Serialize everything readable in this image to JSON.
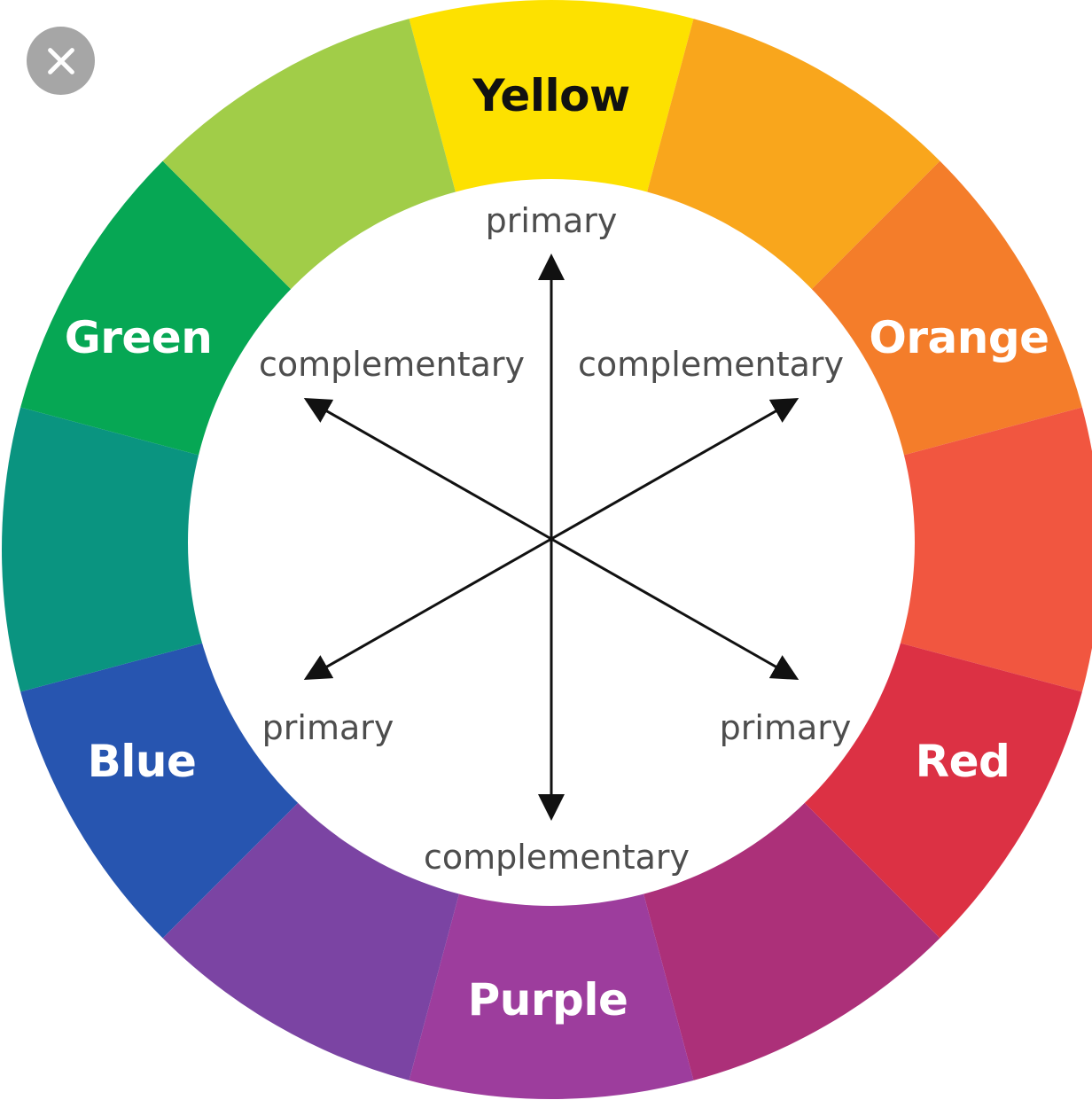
{
  "colors": {
    "yellow": "#fde100",
    "yellow_orange": "#f9a61c",
    "orange": "#f47d2a",
    "red_orange": "#f15640",
    "red": "#dc3144",
    "red_purple": "#ac3079",
    "purple": "#9d3d9d",
    "blue_purple": "#7b44a3",
    "blue": "#2755b0",
    "blue_green": "#0a9480",
    "green": "#06a754",
    "yellow_green": "#a1cd48",
    "arrow": "#111111",
    "dark_text": "#111111",
    "light_text": "#ffffff"
  },
  "wheel": {
    "segment_names": [
      "Yellow",
      "",
      "Orange",
      "",
      "Red",
      "",
      "Purple",
      "",
      "Blue",
      "",
      "Green",
      ""
    ]
  },
  "labels": {
    "top_primary": "primary",
    "left_complementary": "complementary",
    "right_complementary": "complementary",
    "left_primary": "primary",
    "right_primary": "primary",
    "bottom_complementary": "complementary"
  },
  "icons": {
    "close": "close-icon"
  }
}
